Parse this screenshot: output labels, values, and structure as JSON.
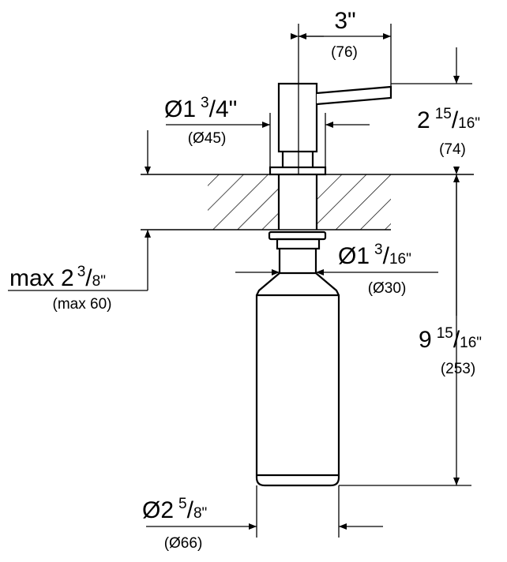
{
  "dimensions": {
    "spout_reach": {
      "imperial": "3\"",
      "metric": "(76)"
    },
    "head_diameter": {
      "prefix": "Ø1",
      "num": "3",
      "den": "4\"",
      "metric": "(Ø45)"
    },
    "head_height": {
      "prefix": "2",
      "num": "15",
      "den": "16\"",
      "metric": "(74)"
    },
    "counter_thickness": {
      "prefix": "max 2",
      "num": "3",
      "den": "8\"",
      "metric": "(max 60)"
    },
    "neck_diameter": {
      "prefix": "Ø1",
      "num": "3",
      "den": "16\"",
      "metric": "(Ø30)"
    },
    "below_counter_height": {
      "prefix": "9",
      "num": "15",
      "den": "16\"",
      "metric": "(253)"
    },
    "bottle_diameter": {
      "prefix": "Ø2",
      "num": "5",
      "den": "8\"",
      "metric": "(Ø66)"
    }
  },
  "colors": {
    "line": "#000000",
    "background": "#ffffff"
  }
}
